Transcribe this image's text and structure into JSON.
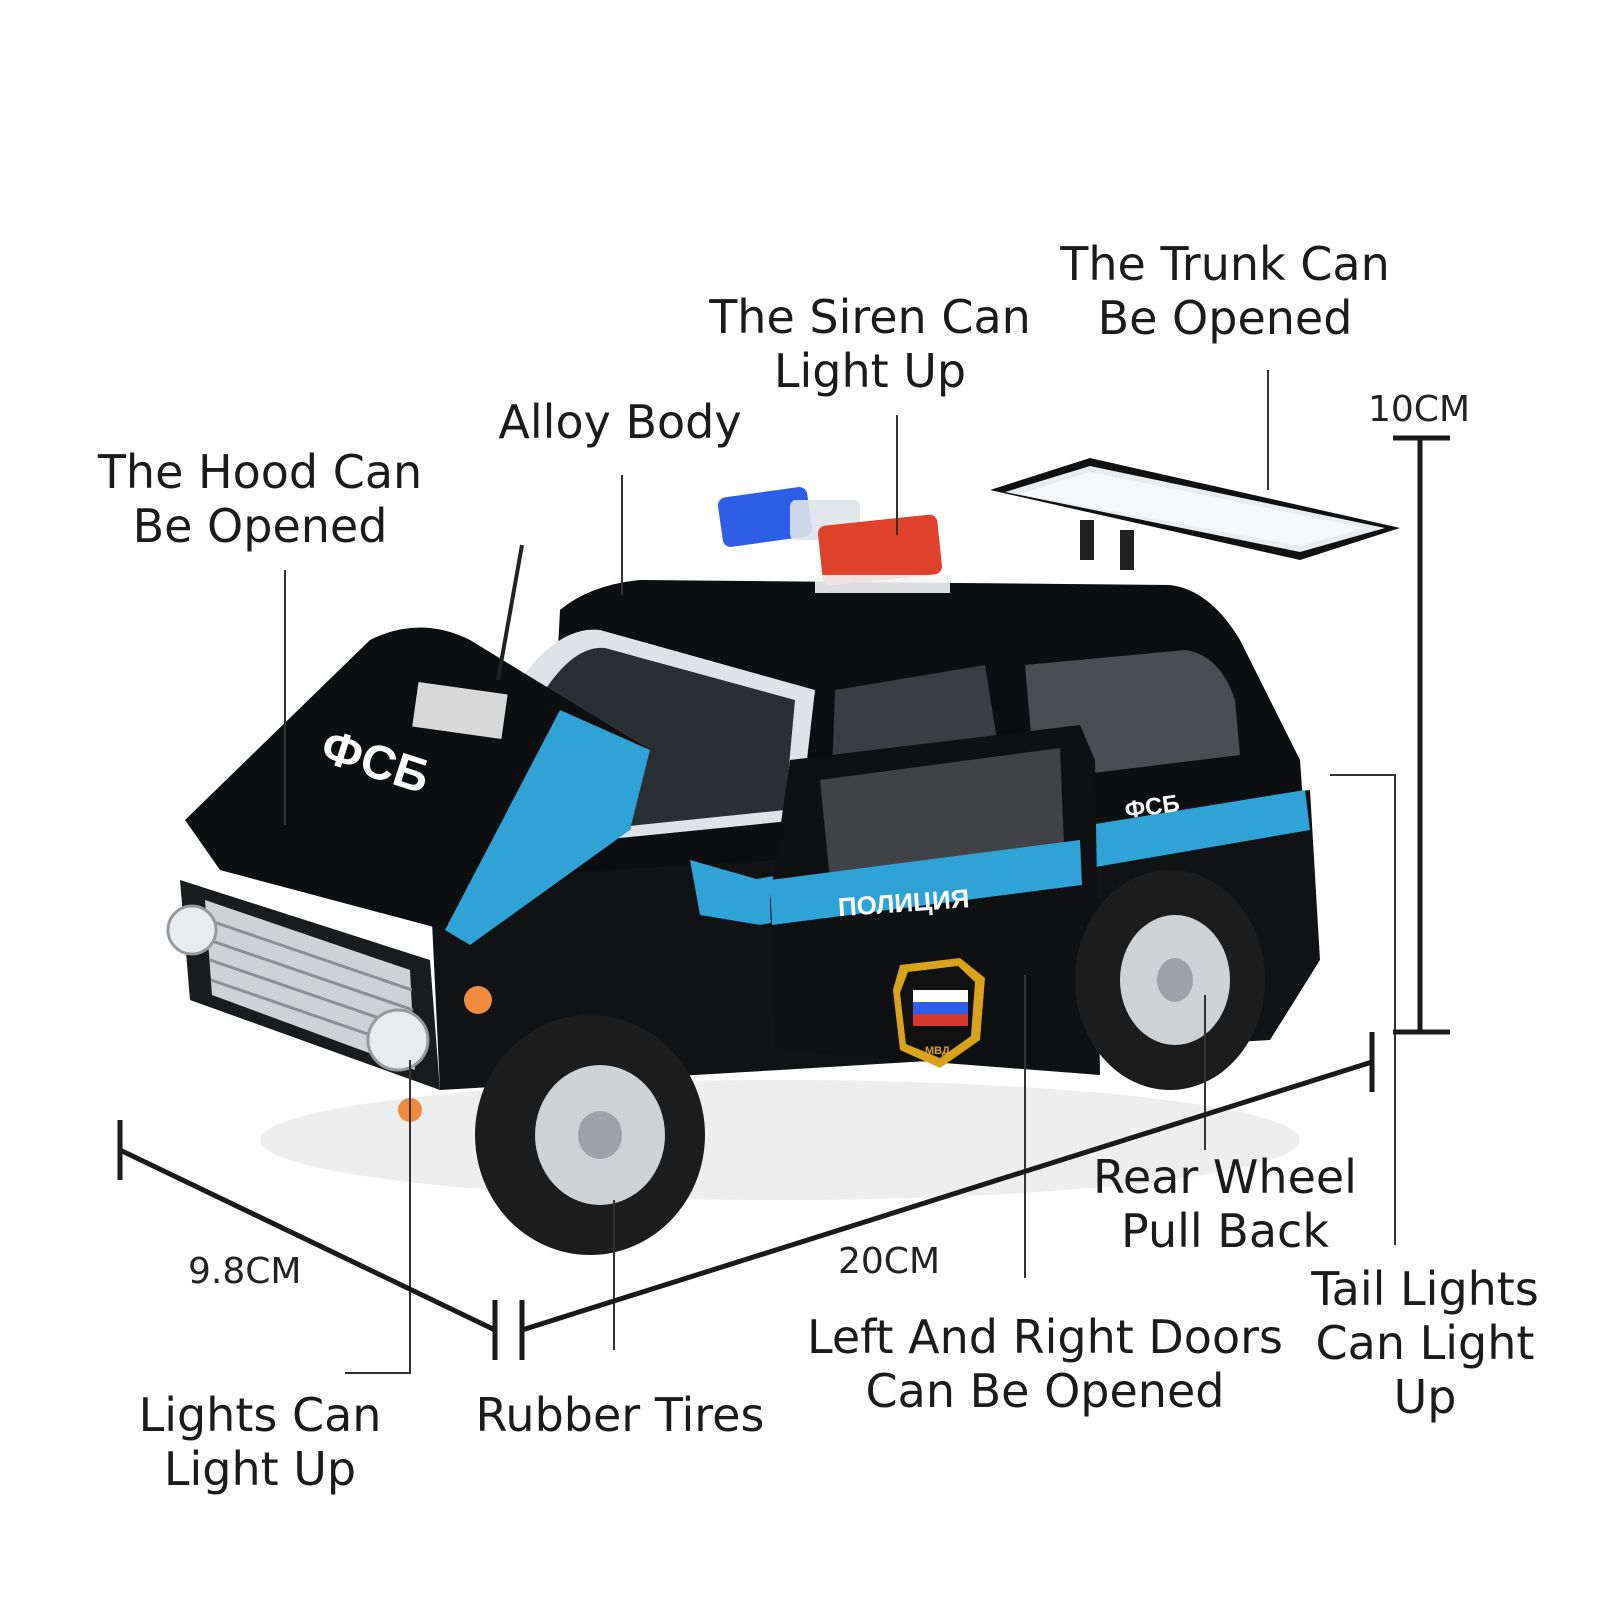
{
  "labels": {
    "hood": [
      "The Hood Can",
      "Be Opened"
    ],
    "alloy_body": [
      "Alloy Body"
    ],
    "siren": [
      "The Siren Can",
      "Light Up"
    ],
    "trunk": [
      "The Trunk Can",
      "Be Opened"
    ],
    "lights": [
      "Lights Can",
      "Light Up"
    ],
    "rubber_tires": [
      "Rubber Tires"
    ],
    "doors": [
      "Left And Right Doors",
      "Can Be Opened"
    ],
    "rear_wheel": [
      "Rear Wheel",
      "Pull Back"
    ],
    "tail_lights": [
      "Tail Lights",
      "Can Light",
      "Up"
    ]
  },
  "dimensions": {
    "height": "10CM",
    "width": "9.8CM",
    "length": "20CM"
  },
  "car_markings": {
    "hood_text": "ФСБ",
    "door_text": "ПОЛИЦИЯ",
    "rear_text": "ФСБ",
    "badge_text": "МВД"
  },
  "colors": {
    "body": "#0d0e10",
    "stripe": "#2fa3d6",
    "siren_red": "#e0412a",
    "siren_blue": "#2d5ee8",
    "tire": "#1c1c1c",
    "rim": "#cfd2d5"
  }
}
